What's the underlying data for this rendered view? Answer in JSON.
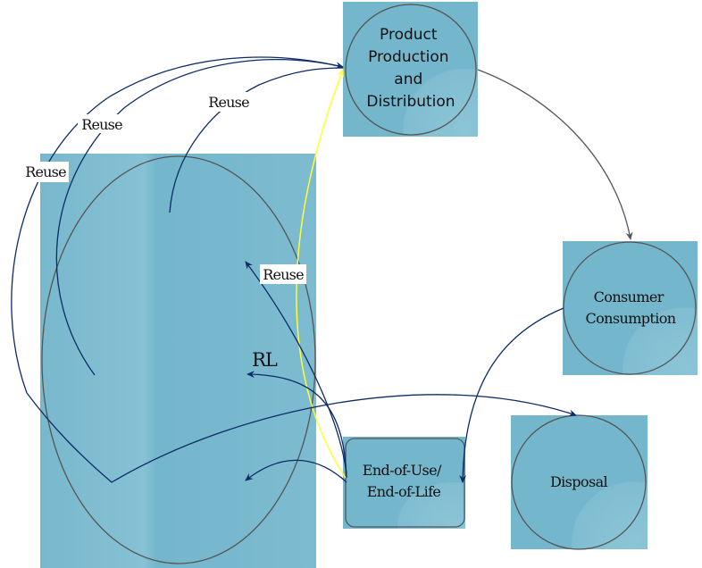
{
  "diagram": {
    "type": "reverse-logistics-cycle",
    "nodes": [
      {
        "id": "production",
        "shape": "circle-in-square",
        "lines": [
          "Product",
          "Production",
          "and",
          "Distribution"
        ]
      },
      {
        "id": "consumption",
        "shape": "circle-in-square",
        "lines": [
          "Consumer",
          "Consumption"
        ]
      },
      {
        "id": "end-of-life",
        "shape": "rounded-rect",
        "lines": [
          "End-of-Use/",
          "End-of-Life"
        ]
      },
      {
        "id": "disposal",
        "shape": "circle-in-square",
        "lines": [
          "Disposal"
        ]
      },
      {
        "id": "reverse-logistics",
        "shape": "ellipse-in-rect",
        "lines": [
          "RL"
        ]
      }
    ],
    "edges": [
      {
        "from": "production",
        "to": "consumption",
        "label": ""
      },
      {
        "from": "consumption",
        "to": "end-of-life",
        "label": ""
      },
      {
        "from": "end-of-life",
        "to": "production",
        "label": "",
        "style": "yellow"
      },
      {
        "from": "end-of-life",
        "to": "reverse-logistics",
        "label": "Reuse"
      },
      {
        "from": "end-of-life",
        "to": "reverse-logistics",
        "label": "RL"
      },
      {
        "from": "end-of-life",
        "to": "reverse-logistics",
        "label": ""
      },
      {
        "from": "reverse-logistics",
        "to": "production",
        "label": "Reuse"
      },
      {
        "from": "reverse-logistics",
        "to": "production",
        "label": "Reuse"
      },
      {
        "from": "reverse-logistics",
        "to": "production",
        "label": "Reuse"
      },
      {
        "from": "reverse-logistics",
        "to": "disposal",
        "label": ""
      }
    ],
    "labels": {
      "reuse_top": "Reuse",
      "reuse_left_upper": "Reuse",
      "reuse_left": "Reuse",
      "reuse_mid": "Reuse",
      "rl": "RL"
    },
    "colors": {
      "node_fill": "#74b6cc",
      "node_fill_light": "#8cc4d6",
      "node_stroke": "#555555",
      "arrow_dark": "#0d2b66",
      "arrow_gray": "#555560",
      "arrow_yellow": "#ffff33"
    }
  }
}
